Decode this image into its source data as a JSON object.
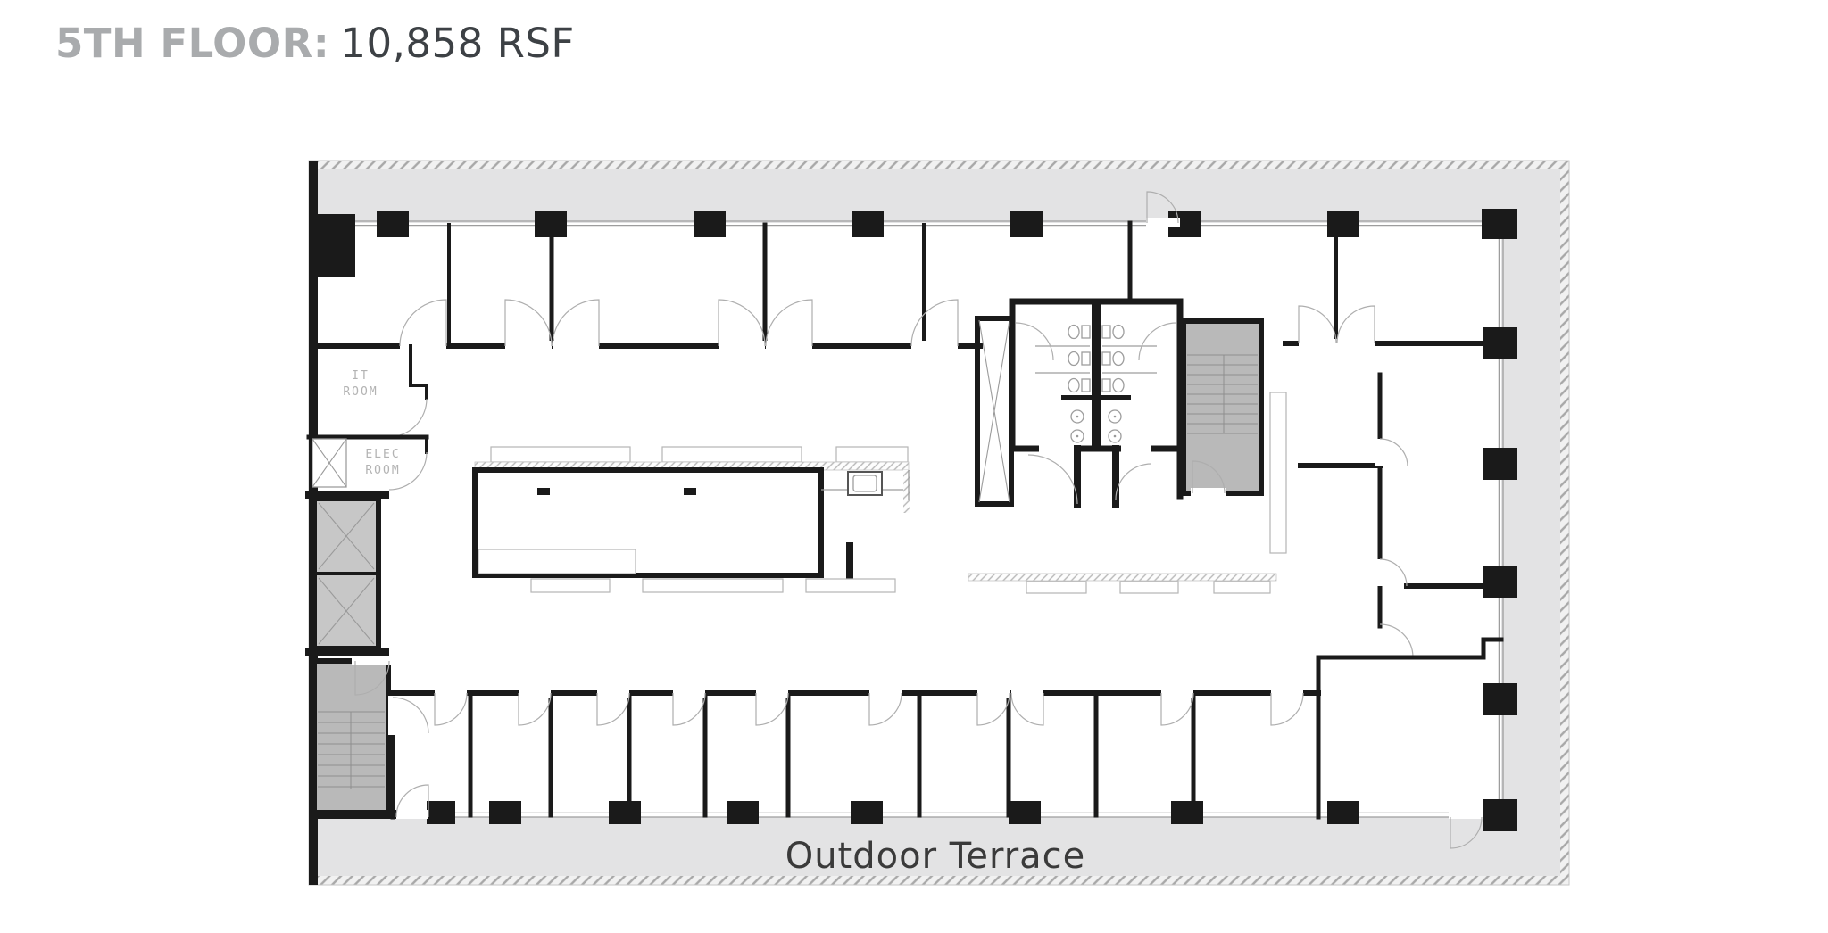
{
  "header": {
    "floor_label": "5TH FLOOR:",
    "area_value": "10,858 RSF"
  },
  "plan": {
    "labels": {
      "it_room_line1": "IT",
      "it_room_line2": "ROOM",
      "elec_room_line1": "ELEC",
      "elec_room_line2": "ROOM",
      "outdoor_terrace": "Outdoor Terrace"
    }
  },
  "colors": {
    "title-gray": "#a9abad",
    "title-dark": "#3d4145",
    "wall": "#1a1a1a",
    "terrace-fill": "#e3e3e4",
    "terrace-text": "#3a3a3a",
    "stair-fill": "#b9b9b9",
    "elevator-fill": "#c7c7c7",
    "room-label": "#b3b3b3",
    "thin-line": "#9d9d9d",
    "light-outline": "#b5b5b5"
  }
}
